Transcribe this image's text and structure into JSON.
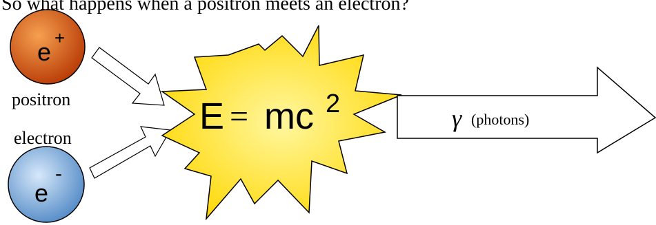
{
  "heading": "So what happens when a positron meets an electron?",
  "positron": {
    "symbol": "e",
    "charge": "+",
    "label": "positron",
    "color_light": "#f5a050",
    "color_dark": "#b83a05"
  },
  "electron": {
    "symbol": "e",
    "charge": "-",
    "label": "electron",
    "color_light": "#d6e8fa",
    "color_dark": "#4d86c4"
  },
  "burst": {
    "equation_lhs": "E",
    "equation_op": "=",
    "equation_rhs": "mc",
    "equation_exp": "2",
    "fill_color": "#ffd700",
    "fill_highlight": "#fff7a0"
  },
  "output_arrow": {
    "symbol": "γ",
    "label": "(photons)"
  }
}
